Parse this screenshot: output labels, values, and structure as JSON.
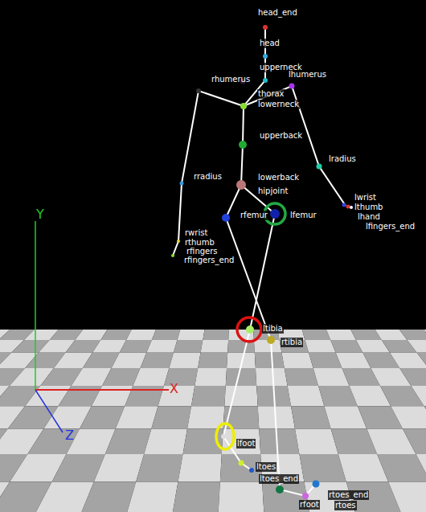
{
  "diagram": {
    "labels": [
      "head_end",
      "head",
      "upperneck",
      "lhumerus",
      "rhumerus",
      "thorax",
      "lowerneck",
      "upperback",
      "lradius",
      "rradius",
      "lowerback",
      "hipjoint",
      "rfemur",
      "lfemur",
      "rwrist",
      "rthumb",
      "rfingers",
      "rfingers_end",
      "lwrist",
      "lthumb",
      "lhand",
      "lfingers_end",
      "ltibia",
      "rtibia",
      "lfoot",
      "ltoes",
      "ltoes_end",
      "rfoot",
      "rtoes_end",
      "rtoes",
      "Y",
      "X",
      "Z"
    ]
  }
}
